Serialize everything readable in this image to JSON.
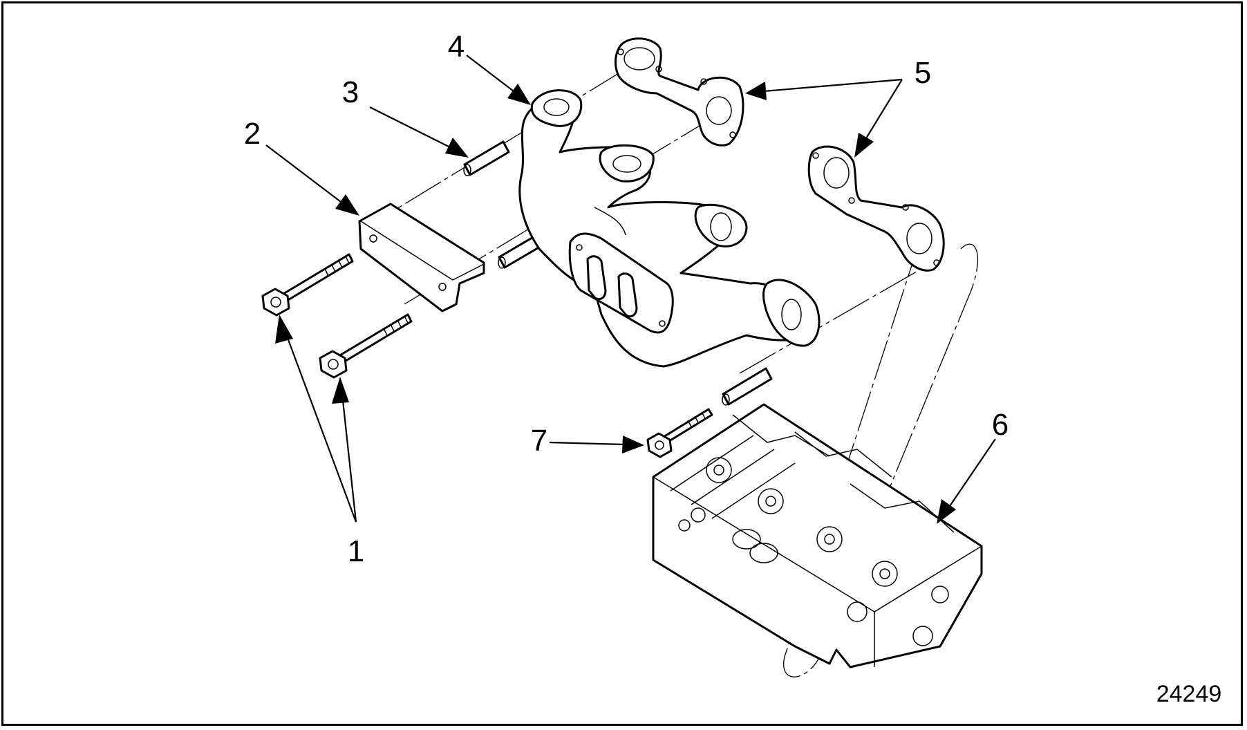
{
  "figure_number": "24249",
  "callouts": [
    {
      "id": "1",
      "label": "1"
    },
    {
      "id": "2",
      "label": "2"
    },
    {
      "id": "3",
      "label": "3"
    },
    {
      "id": "4",
      "label": "4"
    },
    {
      "id": "5",
      "label": "5"
    },
    {
      "id": "6",
      "label": "6"
    },
    {
      "id": "7",
      "label": "7"
    }
  ]
}
